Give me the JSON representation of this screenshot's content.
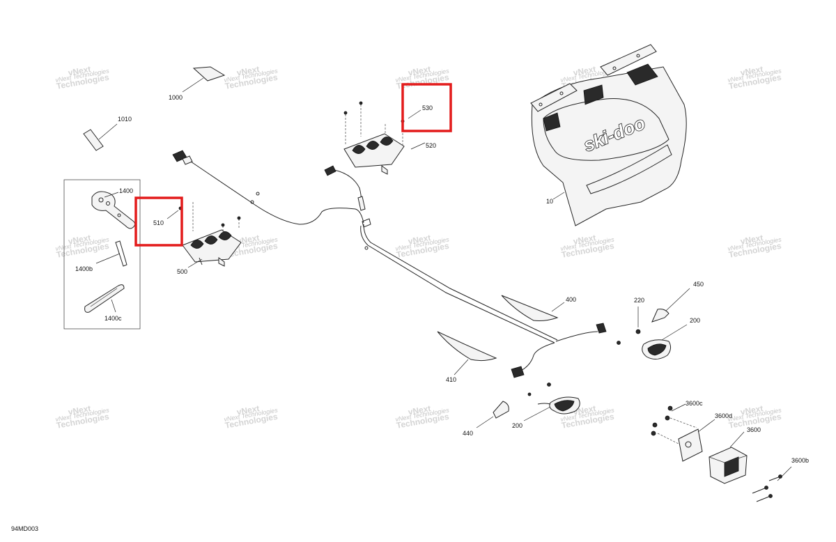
{
  "diagram": {
    "code": "94MD003",
    "callouts": {
      "p1000": "1000",
      "p1010": "1010",
      "p1400": "1400",
      "p510": "510",
      "p1400b": "1400b",
      "p500": "500",
      "p1400c": "1400c",
      "p530": "530",
      "p520": "520",
      "p10": "10",
      "p400": "400",
      "p410": "410",
      "p450": "450",
      "p220": "220",
      "p200a": "200",
      "p200b": "200",
      "p440": "440",
      "p3600c": "3600c",
      "p3600d": "3600d",
      "p3600": "3600",
      "p3600b": "3600b"
    },
    "brand_logo": "ski-doo",
    "watermark": {
      "line1": "vNext Technologies",
      "line2": "vNext",
      "line3": "Technologies"
    },
    "highlight_color": "#e31b1b"
  }
}
